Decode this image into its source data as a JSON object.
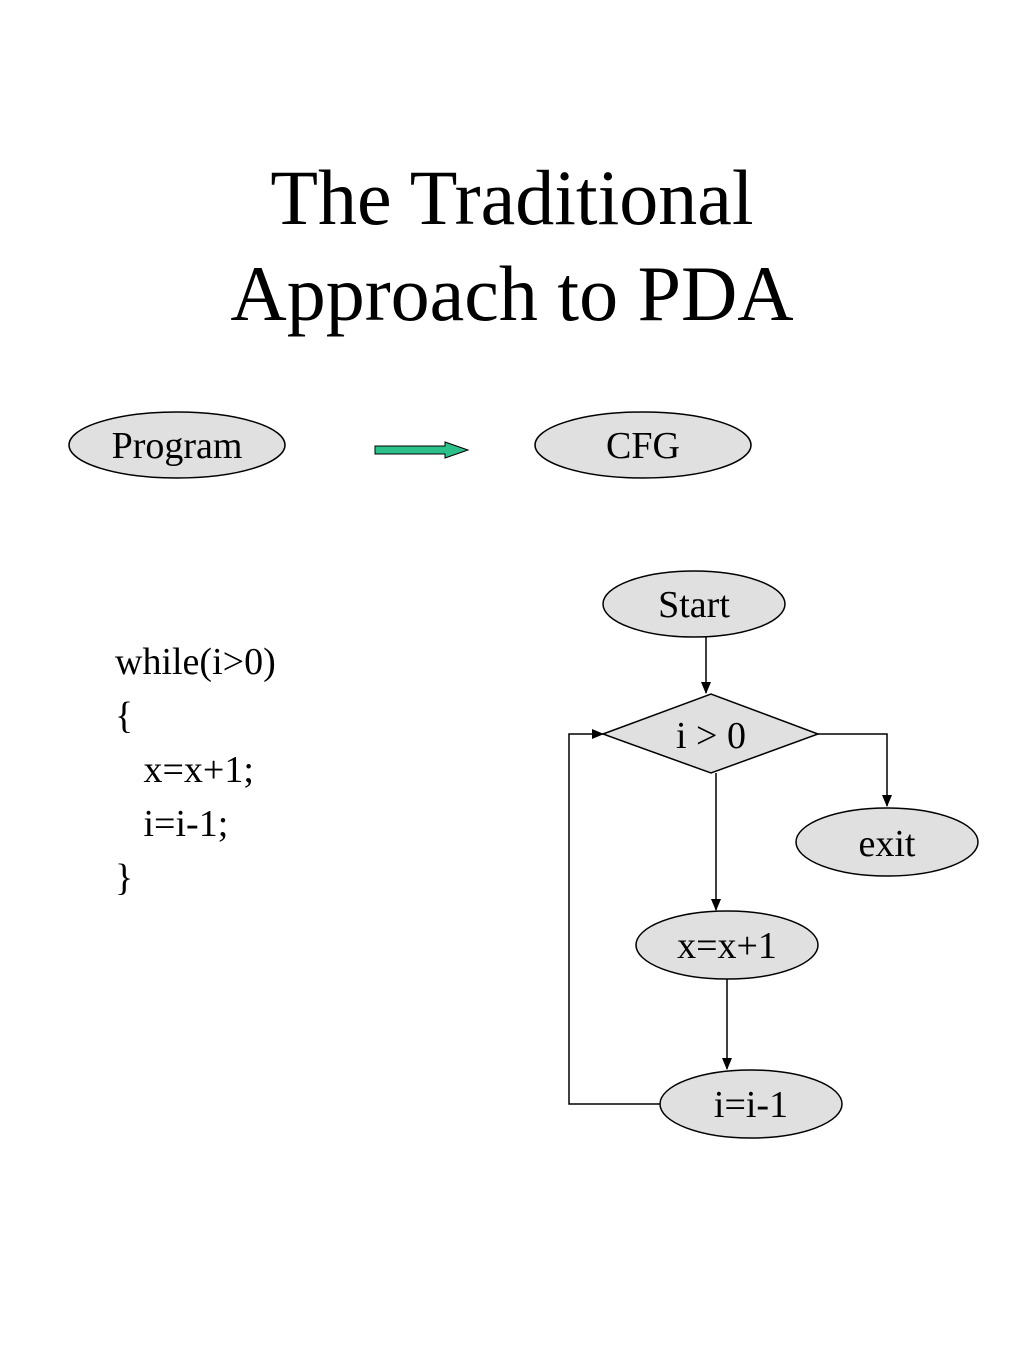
{
  "slide": {
    "title_line1": "The Traditional",
    "title_line2": "Approach to PDA"
  },
  "pipeline": {
    "from_label": "Program",
    "to_label": "CFG",
    "arrow_color": "#2bbf8a"
  },
  "code": {
    "lines": [
      "while(i>0)",
      "{",
      "   x=x+1;",
      "   i=i-1;",
      "}"
    ]
  },
  "cfg": {
    "node_fill": "#e0e0e0",
    "start_label": "Start",
    "condition_label": "i > 0",
    "exit_label": "exit",
    "body1_label": "x=x+1",
    "body2_label": "i=i-1"
  }
}
